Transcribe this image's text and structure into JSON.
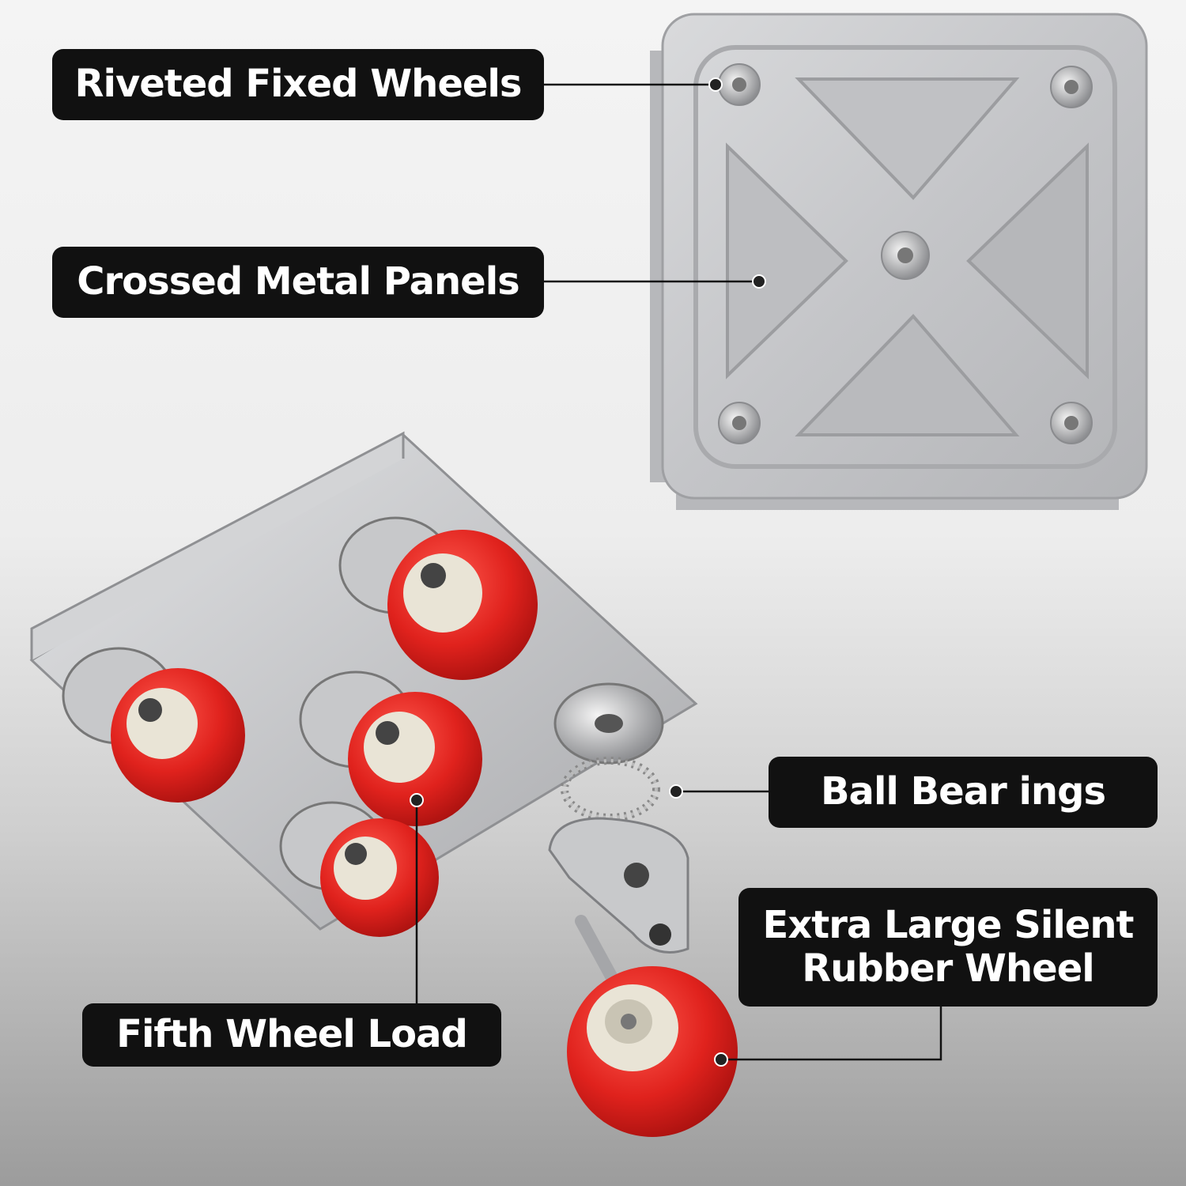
{
  "labels": {
    "riveted": "Riveted Fixed Wheels",
    "crossed": "Crossed Metal Panels",
    "ball": "Ball Bear ings",
    "extra_line1": "Extra Large Silent",
    "extra_line2": "Rubber Wheel",
    "fifth": "Fifth Wheel Load"
  },
  "colors": {
    "label_bg": "#111111",
    "label_text": "#ffffff",
    "metal": "#c9cacc",
    "wheel_red": "#e0221d",
    "hub": "#e9e4d6"
  }
}
